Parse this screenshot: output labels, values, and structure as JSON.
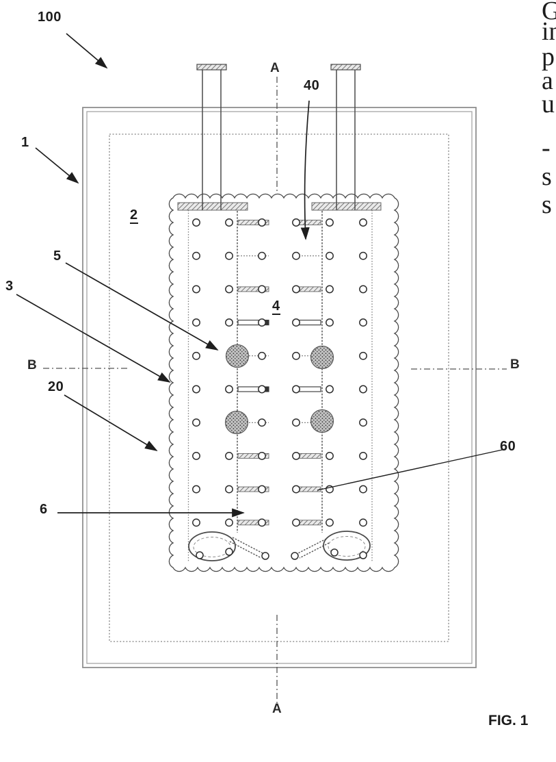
{
  "figure": {
    "caption": "FIG. 1",
    "labels": {
      "n100": "100",
      "n1": "1",
      "n2": "2",
      "n3": "3",
      "n4": "4",
      "n5": "5",
      "n6": "6",
      "n20": "20",
      "n40": "40",
      "n60": "60"
    },
    "sections": {
      "a_top": "A",
      "a_bottom": "A",
      "b_left": "B",
      "b_right": "B"
    },
    "edge_text_lines": [
      "G",
      "in",
      "p",
      "a",
      "u",
      "-",
      "s",
      "s"
    ],
    "colors": {
      "line_dark": "#2a2a2a",
      "line_mid": "#4a4a4a",
      "enclosure_gray": "#8f8f8f",
      "stipple_gray": "#c2c2c2"
    }
  }
}
